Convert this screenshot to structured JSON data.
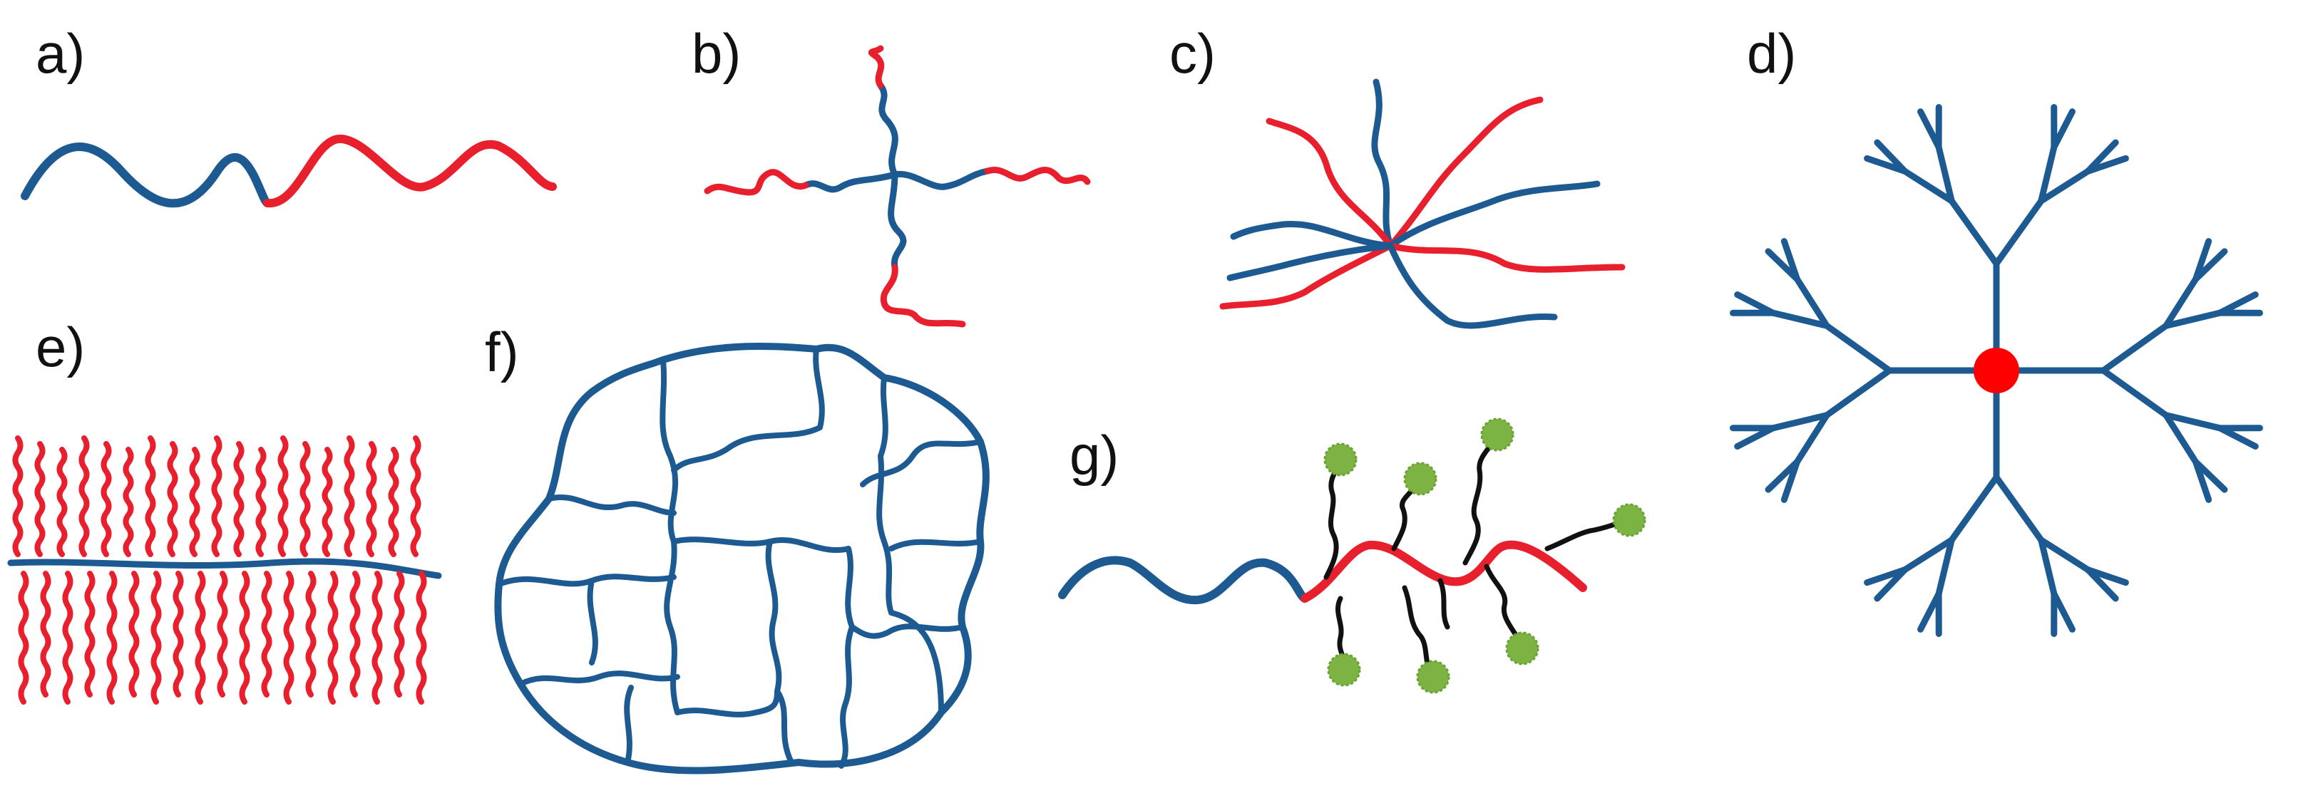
{
  "labels": {
    "a": "a)",
    "b": "b)",
    "c": "c)",
    "d": "d)",
    "e": "e)",
    "f": "f)",
    "g": "g)"
  },
  "colors": {
    "block_a": "#1d5a92",
    "block_b": "#e8202e",
    "side_chain": "#111111",
    "end_group": "#7cb342",
    "core": "#ff0000"
  }
}
